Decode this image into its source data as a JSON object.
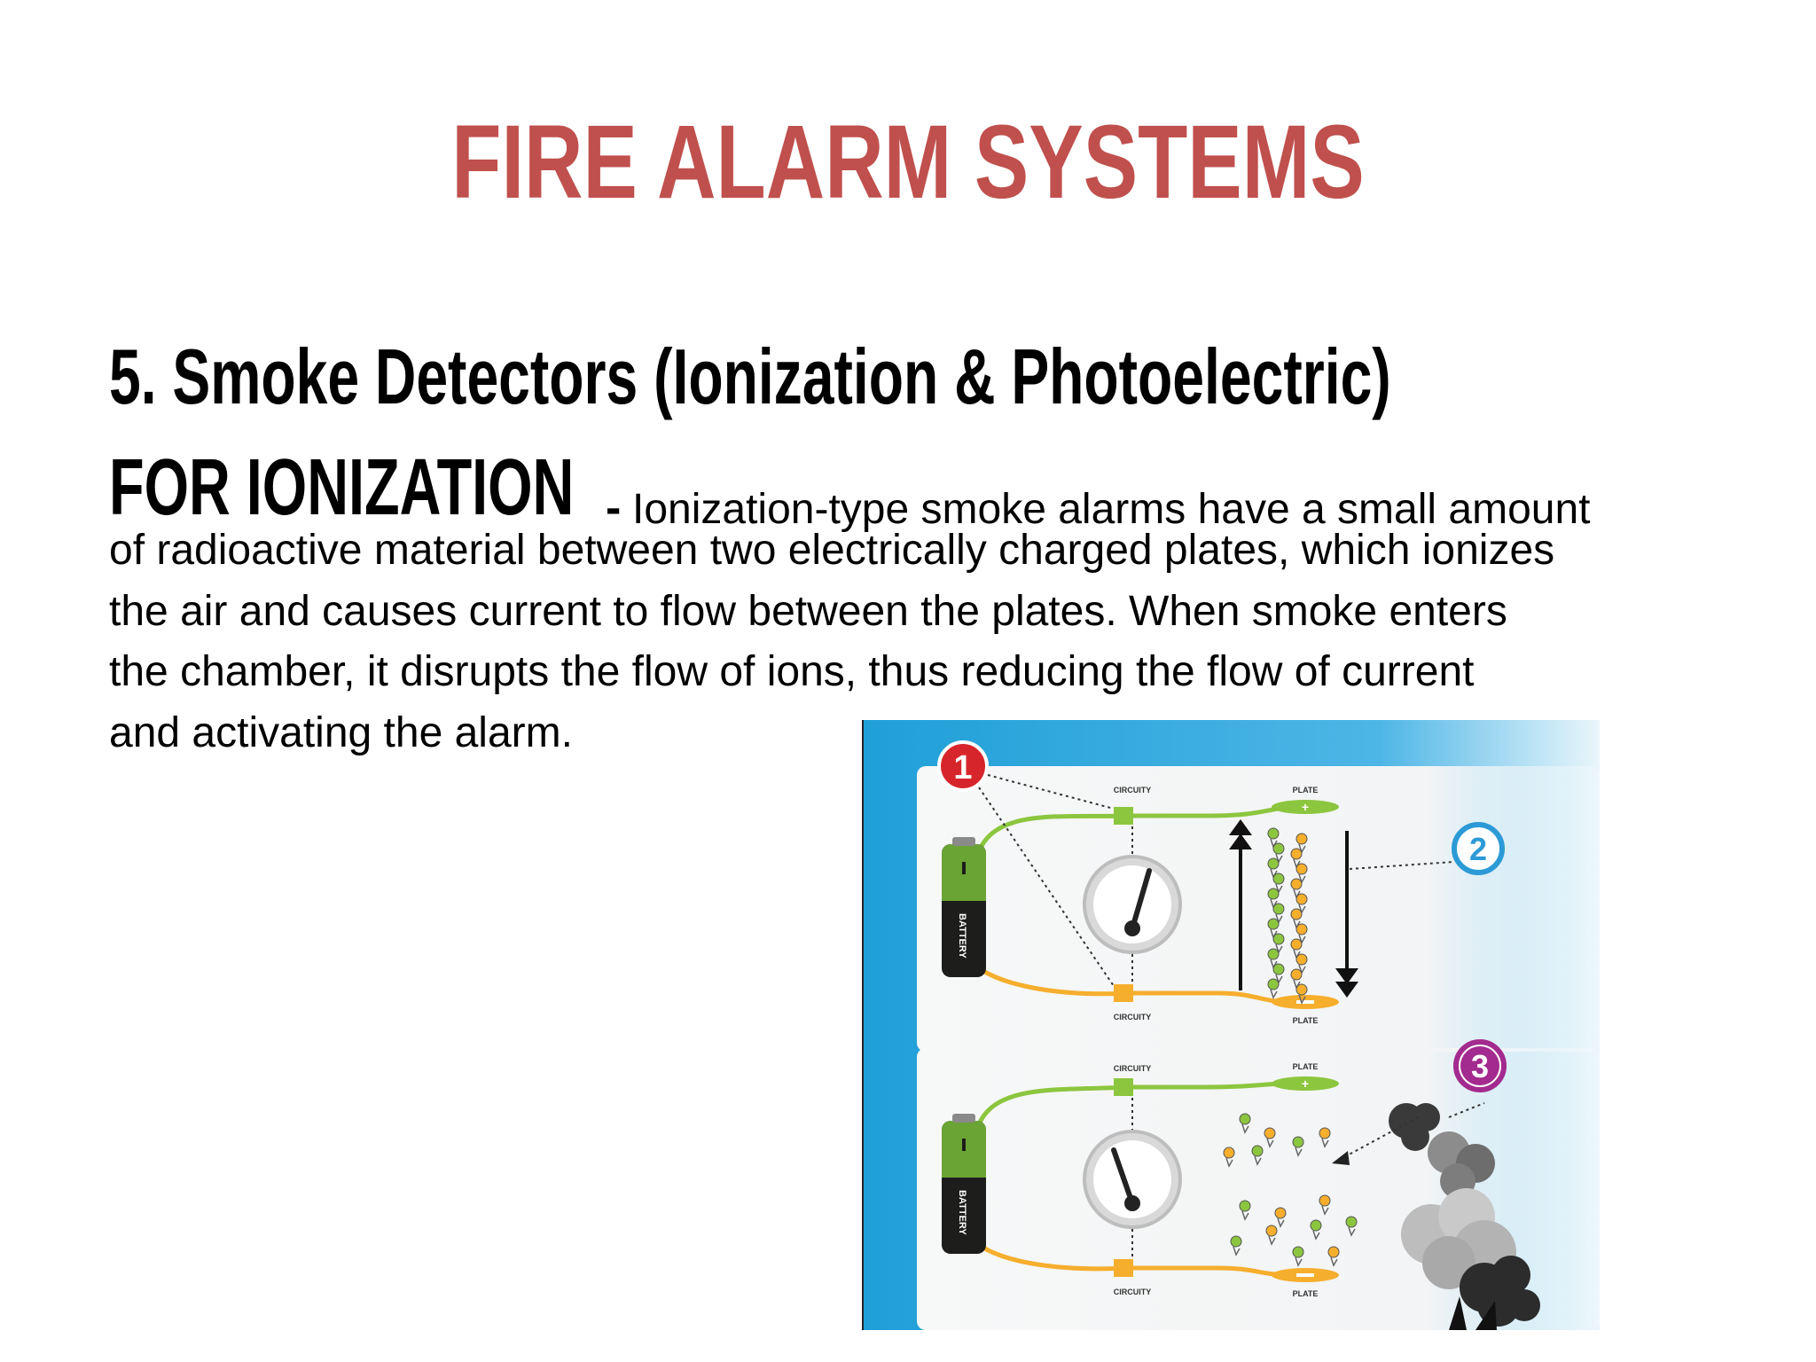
{
  "slide": {
    "title": "FIRE ALARM SYSTEMS",
    "subtitle": "5. Smoke Detectors (Ionization & Photoelectric)",
    "lead_heading": "FOR IONIZATION",
    "lead_dash": "-",
    "lead_text": "Ionization-type smoke alarms have a small amount",
    "paragraph_lines": [
      "of radioactive material between two electrically charged plates, which ionizes",
      "the air and causes current to flow between the plates. When smoke enters",
      "the chamber, it disrupts the flow of ions, thus reducing the flow of current",
      "and activating the alarm."
    ]
  },
  "diagram": {
    "labels": {
      "circuitry": "CIRCUITY",
      "plate": "PLATE",
      "battery": "BATTERY",
      "plus": "+",
      "minus": "−"
    },
    "markers": [
      "1",
      "2",
      "3"
    ],
    "colors": {
      "background": "#2aa3d9",
      "panel": "#f4f6f7",
      "marker1": "#d7262b",
      "marker2": "#2c9ad6",
      "marker3": "#a32a8e",
      "positive": "#8cc63f",
      "negative": "#f6ae2d",
      "title": "#c0504d"
    }
  }
}
